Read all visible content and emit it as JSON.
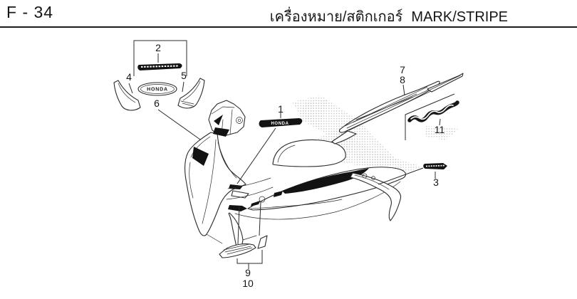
{
  "header": {
    "page_code": "F - 34",
    "title_thai": "เครื่องหมาย/สติกเกอร์",
    "title_en": "MARK/STRIPE"
  },
  "figure": {
    "description": "Exploded parts diagram of scooter marks and stripes",
    "emblem_text": "HONDA",
    "callouts": {
      "n1": "1",
      "n2": "2",
      "n3": "3",
      "n4": "4",
      "n5": "5",
      "n6": "6",
      "n7": "7",
      "n8": "8",
      "n9": "9",
      "n10": "10",
      "n11": "11"
    },
    "colors": {
      "ink": "#2b2b2b",
      "decal": "#131313",
      "paper": "#ffffff",
      "stipple": "#8f8f8f"
    }
  }
}
